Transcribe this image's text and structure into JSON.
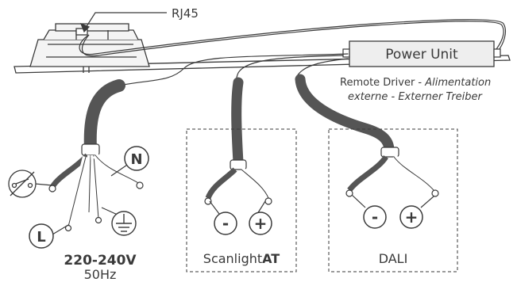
{
  "labels": {
    "rj45": "RJ45",
    "power_unit": "Power Unit",
    "remote_driver_prefix": "Remote Driver - ",
    "remote_driver_italic_1": "Alimentation",
    "remote_driver_italic_2": "externe - Externer Treiber",
    "voltage": "220-240V",
    "frequency": "50Hz",
    "scanlight_regular": "Scanlight",
    "scanlight_bold": "AT",
    "dali": "DALI"
  },
  "symbols": {
    "neutral": "N",
    "live": "L",
    "minus_1": "-",
    "plus_1": "+",
    "minus_2": "-",
    "plus_2": "+"
  },
  "colors": {
    "line": "#3a3a3a",
    "cable": "#555555",
    "box_fill": "#eeeeee"
  }
}
